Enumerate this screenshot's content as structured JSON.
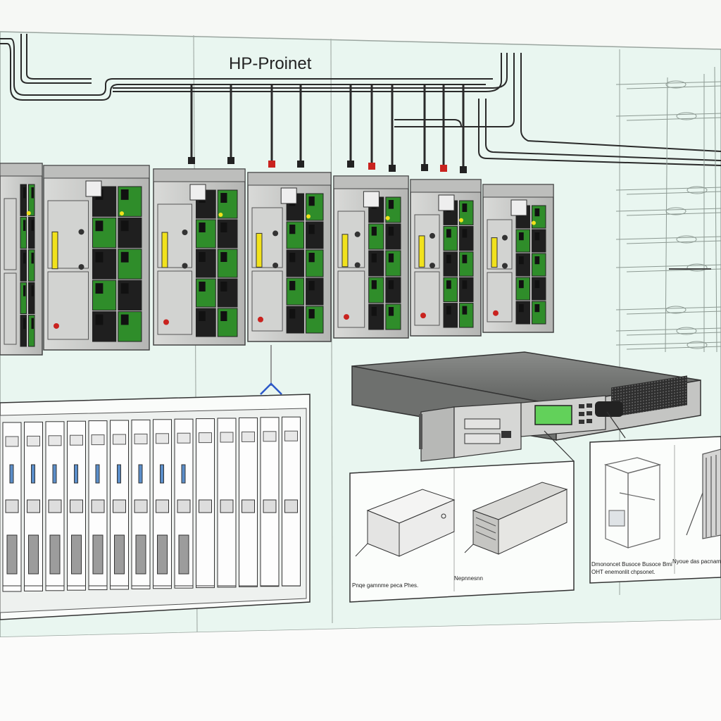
{
  "diagram": {
    "title": "HP-Proinet",
    "panel_captions": {
      "left": "Pnqe gamnme peca Phes.",
      "middle": "Nepnnesnn",
      "right_line1": "Dmononcet Busoce Busoce Bmi",
      "right_line2": "OHT enemonlit chpsonet.",
      "far_right": "Nyoue das pacnamo."
    },
    "colors": {
      "chassis": "#c9cac8",
      "chassis_dark": "#8f918f",
      "board_green": "#2f8d2a",
      "led_yellow": "#f1e21c",
      "led_red": "#c9231f",
      "lcd_green": "#62d15a",
      "line": "#2a2a2a",
      "background_panel": "#e6f4ee"
    },
    "icons": {
      "server_blade": "server-blade-icon",
      "rack_switch": "rack-switch-icon",
      "storage_box": "storage-box-icon",
      "disk_module": "disk-module-icon",
      "glass_cabinet": "glass-cabinet-icon",
      "cable_frame": "cable-frame-icon"
    }
  }
}
